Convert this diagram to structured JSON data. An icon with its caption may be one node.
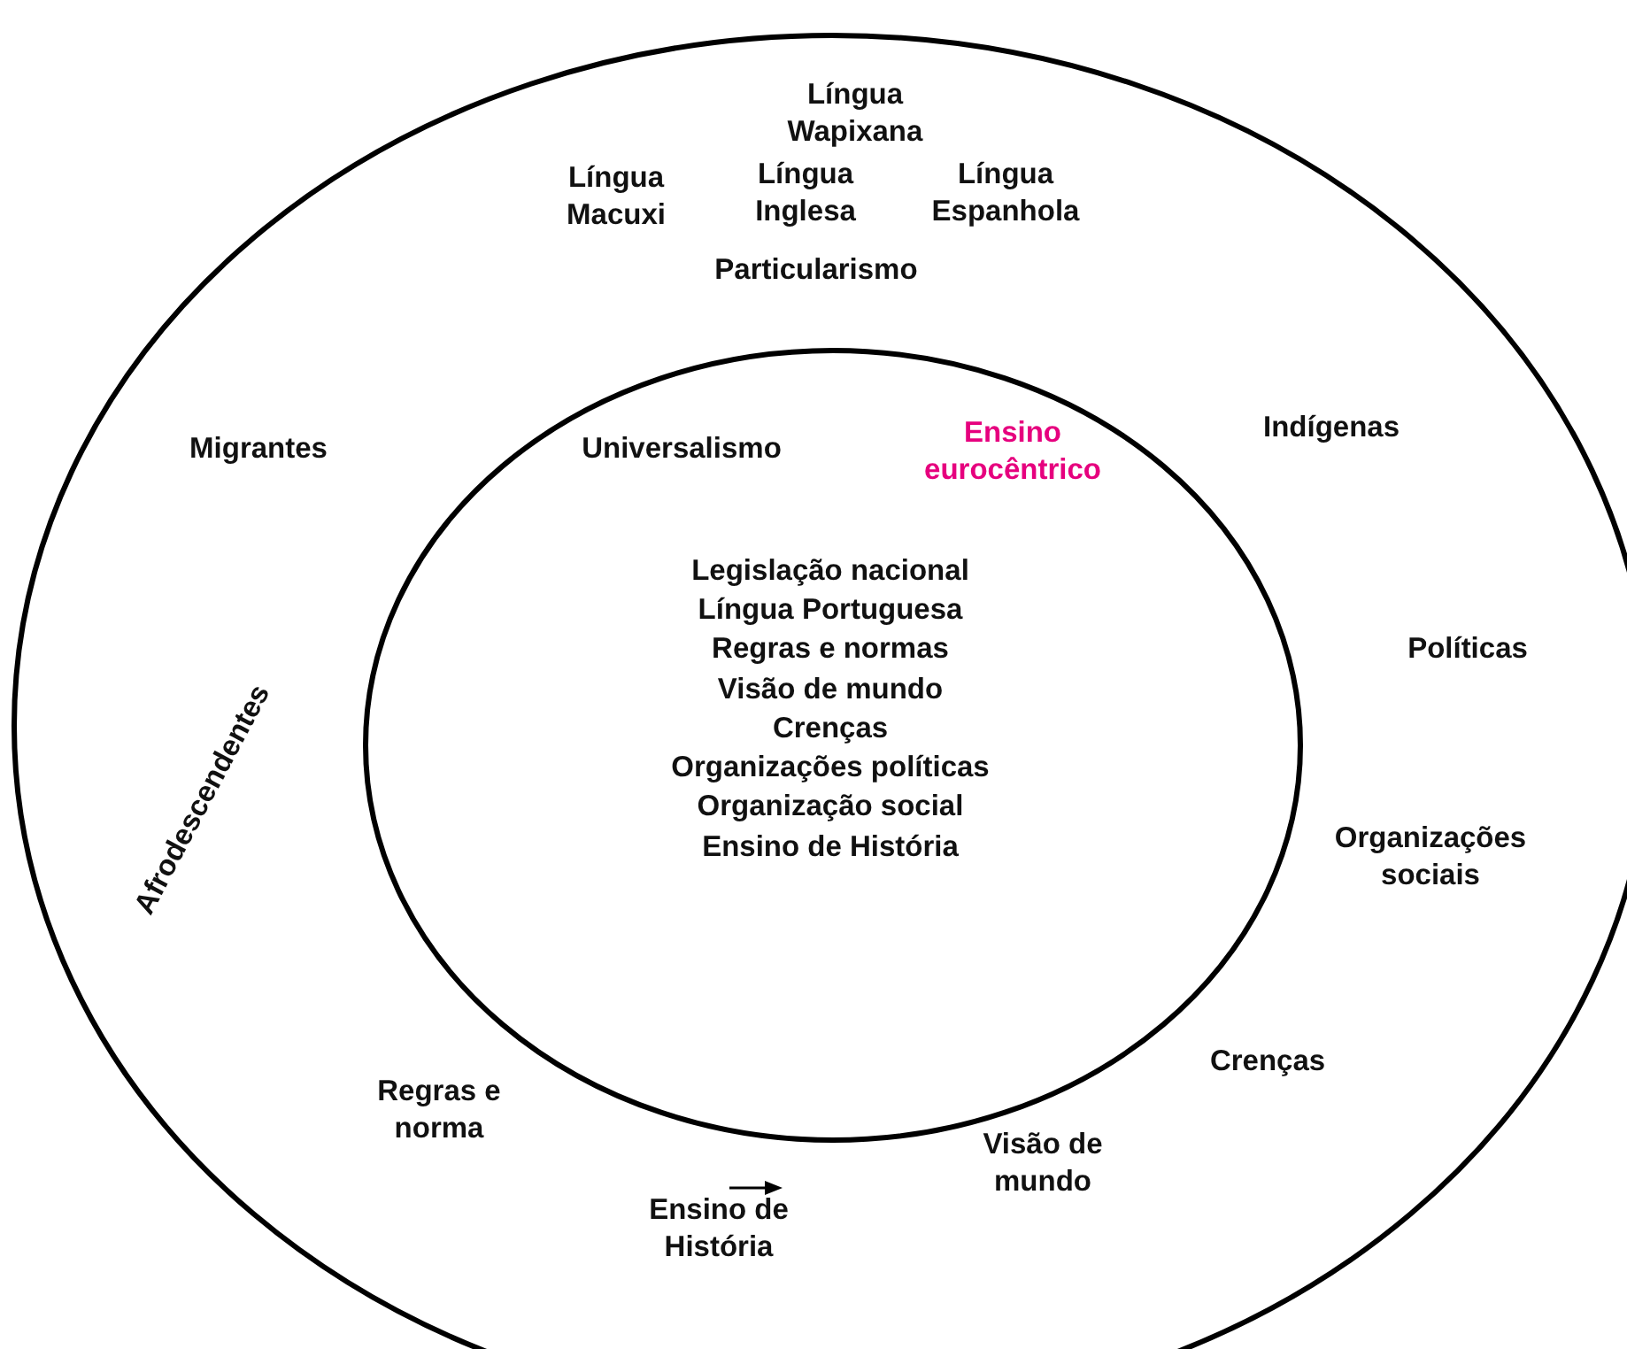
{
  "diagram": {
    "nodes": [
      {
        "text": [
          "Língua Wapixana",
          "Língua Macuxi",
          "Língua Inglesa",
          "Língua Espanhola",
          "Particularismo",
          "Migrantes",
          "Indígenas",
          "Políticas",
          "Afrodescendentes",
          "Organizações sociais",
          "Crenças",
          "Regras e norma",
          "Visão de mundo",
          "Ensino de História"
        ]
      },
      {
        "text": [
          "Universalismo",
          "Ensino eurocêntrico",
          "Legislação nacional",
          "Língua Portuguesa",
          "Regras e normas",
          "Visão de mundo",
          "Crenças",
          "Organizações políticas",
          "Organização social",
          "Ensino de História"
        ],
        "in": 0
      }
    ],
    "edges": []
  }
}
